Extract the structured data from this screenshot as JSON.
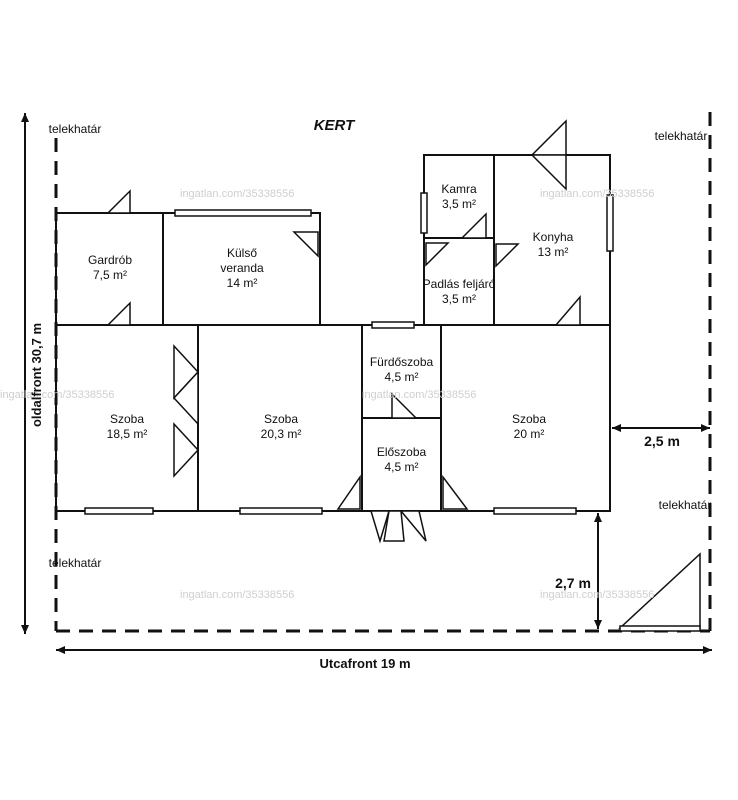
{
  "header": {
    "garden": "KERT"
  },
  "boundary": {
    "top_left": "telekhatár",
    "top_right": "telekhatár",
    "bottom_left": "telekhatár",
    "right_mid": "telekhatár"
  },
  "dimensions": {
    "side_front": "oldalfront 30,7 m",
    "street_front": "Utcafront 19 m",
    "right_gap": "2,5 m",
    "front_gap": "2,7 m"
  },
  "rooms": {
    "gardrob": {
      "name": "Gardrób",
      "area": "7,5 m²"
    },
    "veranda": {
      "name1": "Külső",
      "name2": "veranda",
      "area": "14 m²"
    },
    "kamra": {
      "name": "Kamra",
      "area": "3,5 m²"
    },
    "konyha": {
      "name": "Konyha",
      "area": "13 m²"
    },
    "padlas": {
      "name": "Padlás feljáró",
      "area": "3,5 m²"
    },
    "szoba1": {
      "name": "Szoba",
      "area": "18,5 m²"
    },
    "szoba2": {
      "name": "Szoba",
      "area": "20,3 m²"
    },
    "furdo": {
      "name": "Fürdőszoba",
      "area": "4,5 m²"
    },
    "eloszoba": {
      "name": "Előszoba",
      "area": "4,5 m²"
    },
    "szoba3": {
      "name": "Szoba",
      "area": "20 m²"
    }
  },
  "watermark": "ingatlan.com/35338556"
}
